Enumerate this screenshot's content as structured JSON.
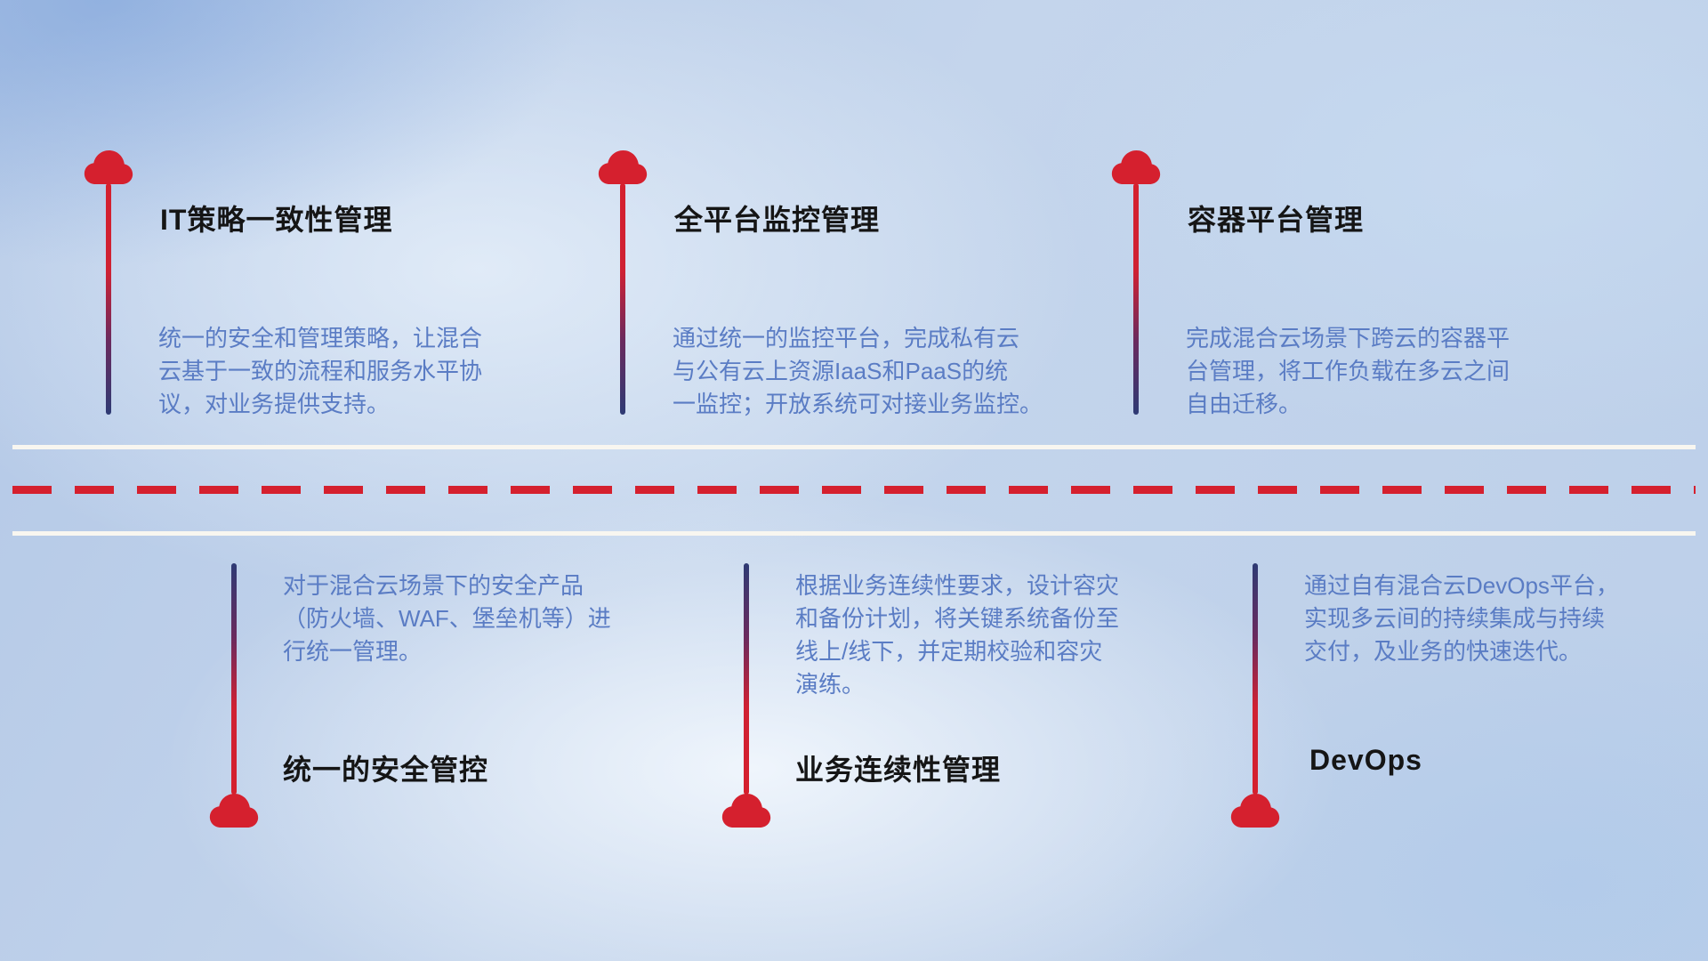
{
  "top_items": [
    {
      "title": "IT策略一致性管理",
      "description": "统一的安全和管理策略，让混合\n云基于一致的流程和服务水平协\n议，对业务提供支持。"
    },
    {
      "title": "全平台监控管理",
      "description": "通过统一的监控平台，完成私有云\n与公有云上资源IaaS和PaaS的统\n一监控；开放系统可对接业务监控。"
    },
    {
      "title": "容器平台管理",
      "description": "完成混合云场景下跨云的容器平\n台管理，将工作负载在多云之间\n自由迁移。"
    }
  ],
  "bottom_items": [
    {
      "title": "统一的安全管控",
      "description": "对于混合云场景下的安全产品\n（防火墙、WAF、堡垒机等）进\n行统一管理。"
    },
    {
      "title": "业务连续性管理",
      "description": "根据业务连续性要求，设计容灾\n和备份计划，将关键系统备份至\n线上/线下，并定期校验和容灾\n演练。"
    },
    {
      "title": "DevOps",
      "description": "通过自有混合云DevOps平台，\n实现多云间的持续集成与持续\n交付，及业务的快速迭代。"
    }
  ],
  "colors": {
    "accent_red": "#d5202e",
    "accent_navy": "#2e3a74",
    "description_text": "#5a7cc4",
    "title_text": "#151515",
    "road_line": "#f8f6f0"
  }
}
